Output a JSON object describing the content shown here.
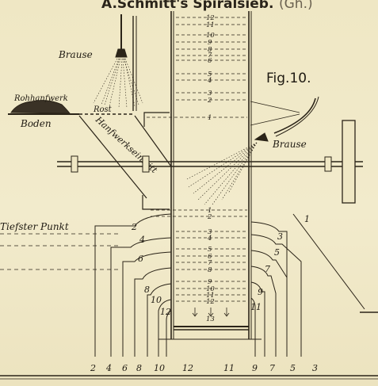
{
  "title": {
    "main": "A.Schmitt's Spiralsieb.",
    "suffix": "(Gh.)"
  },
  "figure_label": "Fig.10.",
  "labels": {
    "brause_top": "Brause",
    "brause_right": "Brause",
    "rohhanfwerk": "Rohhanfwerk",
    "rost": "Rost",
    "boden": "Boden",
    "hanfwerkseintritt": "Hanfwerkseintritt",
    "tiefster_punkt": "Tiefster Punkt"
  },
  "column_numbers_top": [
    "12",
    "11",
    "10",
    "9",
    "8",
    "7",
    "6",
    "5",
    "4",
    "3",
    "2",
    "1"
  ],
  "column_numbers_lower": [
    "1",
    "2",
    "3",
    "4",
    "5",
    "6",
    "7",
    "8",
    "9",
    "10",
    "11",
    "12",
    "13"
  ],
  "outlet_numbers_left": [
    "2",
    "4",
    "6",
    "8",
    "10",
    "12"
  ],
  "outlet_numbers_right": [
    "1",
    "3",
    "5",
    "7",
    "9",
    "11"
  ],
  "bottom_numbers": [
    "2",
    "4",
    "6",
    "8",
    "10",
    "12",
    "11",
    "9",
    "7",
    "5",
    "3"
  ]
}
